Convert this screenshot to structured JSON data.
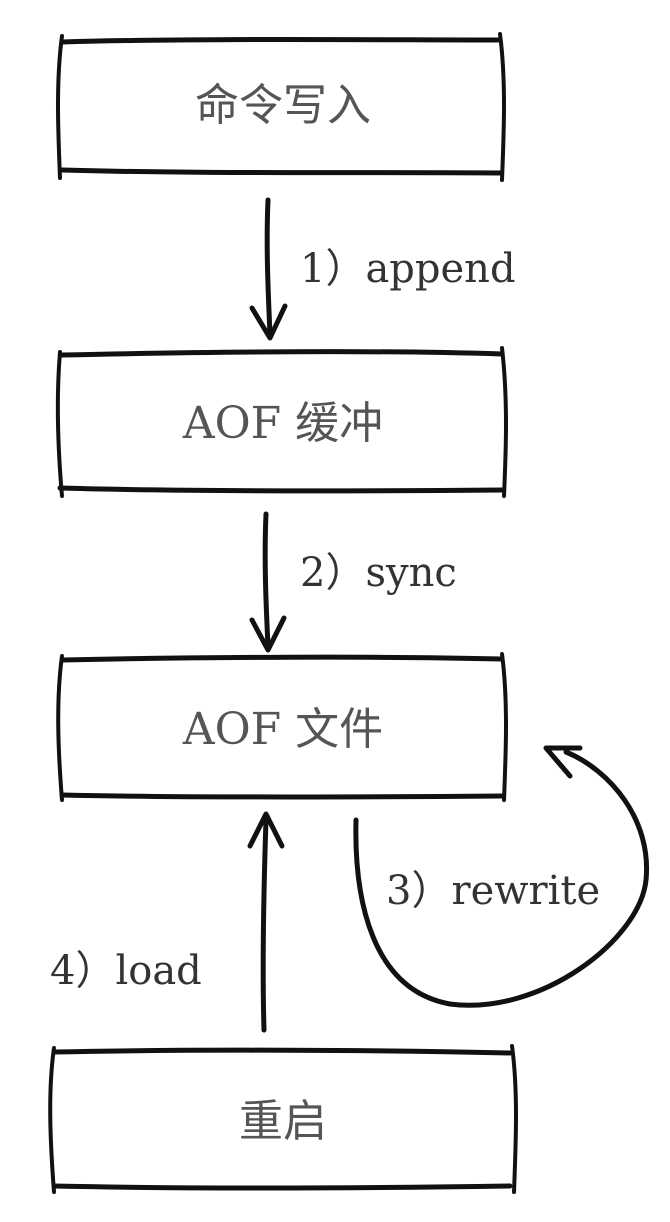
{
  "diagram": {
    "boxes": {
      "command_write": "命令写入",
      "aof_buffer": "AOF 缓冲",
      "aof_file": "AOF 文件",
      "restart": "重启"
    },
    "arrows": {
      "append": "1）append",
      "sync": "2）sync",
      "rewrite": "3）rewrite",
      "load": "4）load"
    }
  }
}
